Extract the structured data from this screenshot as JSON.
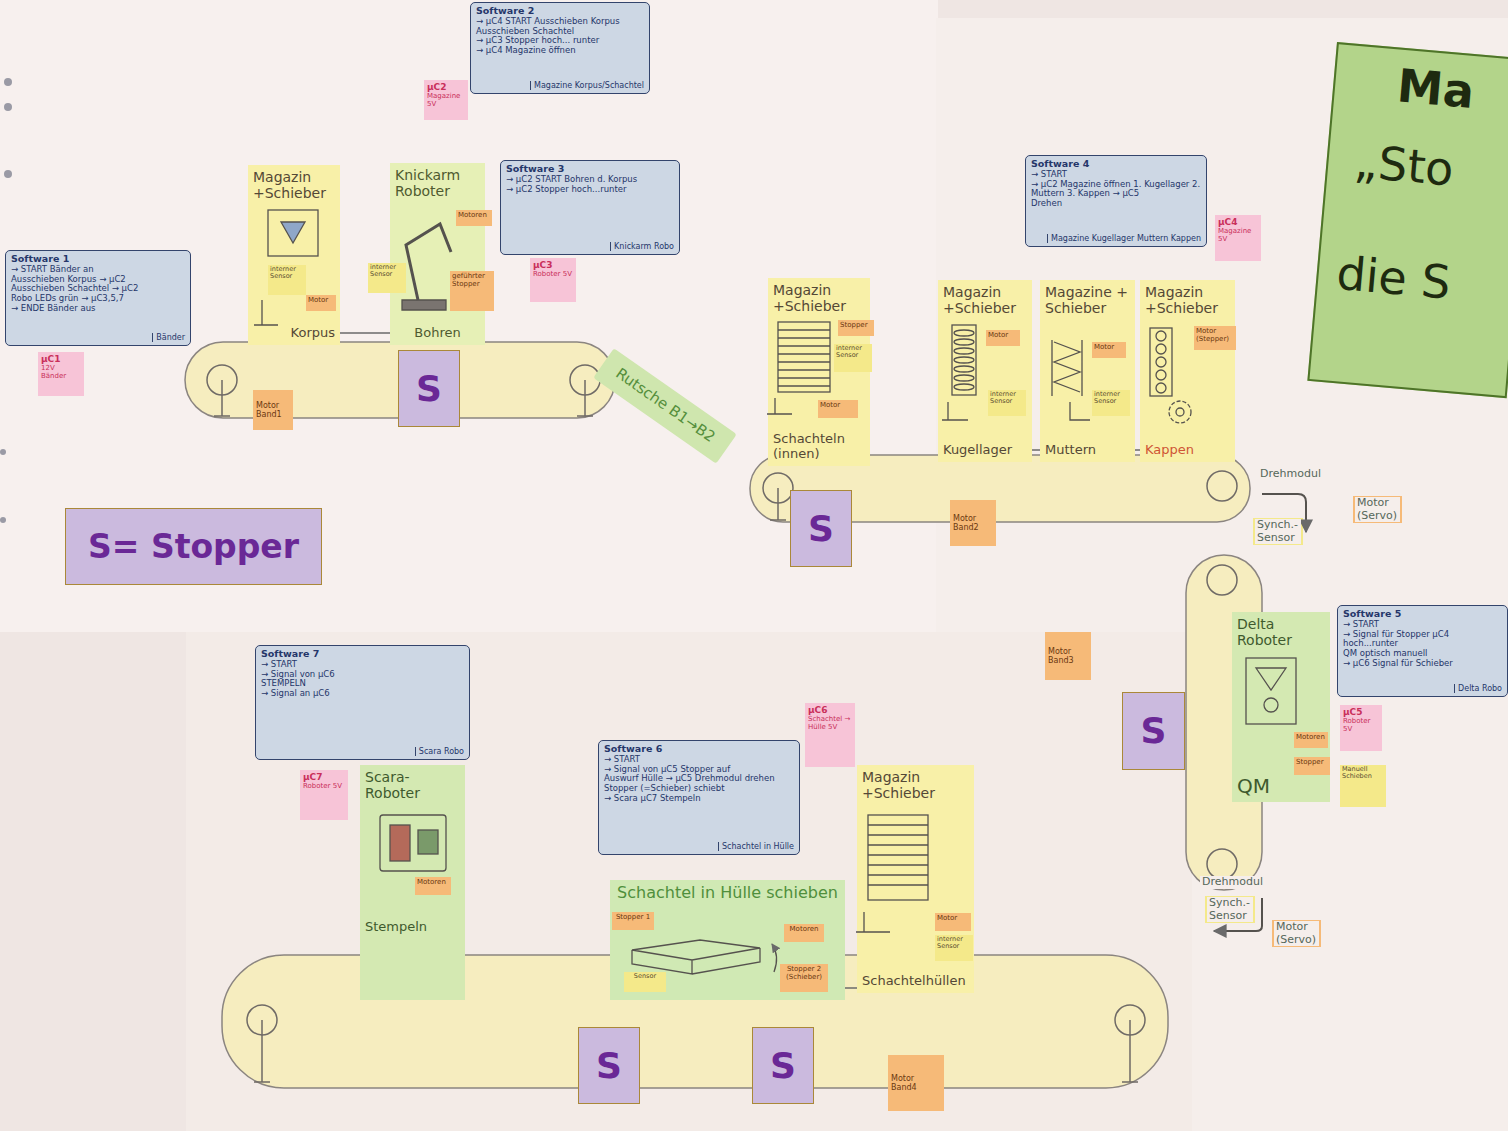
{
  "diagram": {
    "nodes": [
      {
        "text": [
          "Software 2",
          "→ µC4 START Ausschieben Korpus Ausschieben Schachtel",
          "→ µC3 Stopper hoch... runter",
          "→ µC4 Magazine öffnen",
          "Magazine Korpus/Schachtel"
        ]
      },
      {
        "text": [
          "µC2",
          "Magazine 5V"
        ]
      },
      {
        "text": [
          "Ma",
          "„Sto",
          "die S"
        ]
      },
      {
        "text": [
          "Software 1",
          "→ START Bänder an",
          "Ausschieben Korpus → µC2",
          "Ausschieben Schachtel → µC2",
          "Robo LEDs grün → µC3,5,7",
          "→ ENDE Bänder aus",
          "Bänder"
        ]
      },
      {
        "text": [
          "µC1",
          "12V Bänder"
        ]
      },
      {
        "text": [
          "Magazin +Schieber",
          "Korpus"
        ]
      },
      {
        "text": [
          "interner Sensor"
        ],
        "in": 5
      },
      {
        "text": [
          "Motor"
        ],
        "in": 5
      },
      {
        "text": [
          "Knickarm Roboter",
          "Bohren"
        ]
      },
      {
        "text": [
          "Motoren"
        ],
        "in": 8
      },
      {
        "text": [
          "interner Sensor"
        ],
        "in": 8
      },
      {
        "text": [
          "geführter Stopper"
        ],
        "in": 8
      },
      {
        "text": [
          "Software 3",
          "→ µC2 START Bohren d. Korpus",
          "→ µC2 Stopper hoch...runter",
          "Knickarm Robo"
        ]
      },
      {
        "text": [
          "µC3",
          "Roboter 5V"
        ]
      },
      {
        "text": [
          "Motor Band1"
        ]
      },
      {
        "text": [
          "S"
        ]
      },
      {
        "text": [
          "Rutsche B1→B2"
        ]
      },
      {
        "text": [
          "Magazin +Schieber",
          "Schachteln (innen)"
        ]
      },
      {
        "text": [
          "Stopper"
        ],
        "in": 17
      },
      {
        "text": [
          "interner Sensor"
        ],
        "in": 17
      },
      {
        "text": [
          "Motor"
        ],
        "in": 17
      },
      {
        "text": [
          "S"
        ]
      },
      {
        "text": [
          "S= Stopper"
        ]
      },
      {
        "text": [
          "Software 4",
          "→ START",
          "→ µC2 Magazine öffnen 1. Kugellager 2. Muttern 3. Kappen → µC5",
          "Drehen",
          "Magazine Kugellager Muttern Kappen"
        ]
      },
      {
        "text": [
          "µC4",
          "Magazine 5V"
        ]
      },
      {
        "text": [
          "Magazin +Schieber",
          "Kugellager"
        ]
      },
      {
        "text": [
          "Motor"
        ],
        "in": 25
      },
      {
        "text": [
          "interner Sensor"
        ],
        "in": 25
      },
      {
        "text": [
          "Magazine + Schieber",
          "Muttern"
        ]
      },
      {
        "text": [
          "Motor"
        ],
        "in": 28
      },
      {
        "text": [
          "interner Sensor"
        ],
        "in": 28
      },
      {
        "text": [
          "Magazin +Schieber",
          "Kappen"
        ]
      },
      {
        "text": [
          "Motor (Stepper)"
        ],
        "in": 31
      },
      {
        "text": [
          "Motor Band2"
        ]
      },
      {
        "text": [
          "Drehmodul"
        ]
      },
      {
        "text": [
          "Motor (Servo)"
        ],
        "in": 34
      },
      {
        "text": [
          "Synch.-Sensor"
        ],
        "in": 34
      },
      {
        "text": [
          "Motor Band3"
        ]
      },
      {
        "text": [
          "S"
        ]
      },
      {
        "text": [
          "Delta Roboter",
          "QM"
        ]
      },
      {
        "text": [
          "Motoren"
        ],
        "in": 39
      },
      {
        "text": [
          "Stopper"
        ],
        "in": 39
      },
      {
        "text": [
          "Software 5",
          "→ START",
          "→ Signal für Stopper µC4 hoch...runter",
          "QM optisch manuell",
          "→ µC6 Signal für Schieber",
          "Delta Robo"
        ]
      },
      {
        "text": [
          "µC5",
          "Roboter 5V"
        ]
      },
      {
        "text": [
          "Manuell Schieben"
        ]
      },
      {
        "text": [
          "Drehmodul"
        ]
      },
      {
        "text": [
          "Synch.-Sensor"
        ],
        "in": 45
      },
      {
        "text": [
          "Motor (Servo)"
        ],
        "in": 45
      },
      {
        "text": [
          "Software 7",
          "→ START",
          "→ Signal von µC6",
          "STEMPELN",
          "→ Signal an µC6",
          "Scara Robo"
        ]
      },
      {
        "text": [
          "µC7",
          "Roboter 5V"
        ]
      },
      {
        "text": [
          "Scara-Roboter",
          "Stempeln"
        ]
      },
      {
        "text": [
          "Motoren"
        ],
        "in": 50
      },
      {
        "text": [
          "Software 6",
          "→ START",
          "→ Signal von µC5 Stopper auf",
          "Auswurf Hülle → µC5 Drehmodul drehen",
          "Stopper (=Schieber) schiebt",
          "→ Scara µC7 Stempeln",
          "Schachtel in Hülle"
        ]
      },
      {
        "text": [
          "µC6",
          "Schachtel → Hülle 5V"
        ]
      },
      {
        "text": [
          "Schachtel in Hülle schieben"
        ]
      },
      {
        "text": [
          "Stopper 1"
        ],
        "in": 54
      },
      {
        "text": [
          "Motoren"
        ],
        "in": 54
      },
      {
        "text": [
          "Sensor"
        ],
        "in": 54
      },
      {
        "text": [
          "Stopper 2 (Schieber)"
        ],
        "in": 54
      },
      {
        "text": [
          "Magazin +Schieber",
          "Schachtelhüllen"
        ]
      },
      {
        "text": [
          "Motor"
        ],
        "in": 59
      },
      {
        "text": [
          "interner Sensor"
        ],
        "in": 59
      },
      {
        "text": [
          "S"
        ]
      },
      {
        "text": [
          "S"
        ]
      },
      {
        "text": [
          "Motor Band4"
        ]
      }
    ],
    "edges": [
      {
        "from": 5,
        "to": 8,
        "arrow": "none"
      },
      {
        "from": 25,
        "to": 28,
        "arrow": "none"
      },
      {
        "from": 28,
        "to": 31,
        "arrow": "none"
      },
      {
        "from": 54,
        "to": 59,
        "arrow": "none"
      }
    ]
  }
}
